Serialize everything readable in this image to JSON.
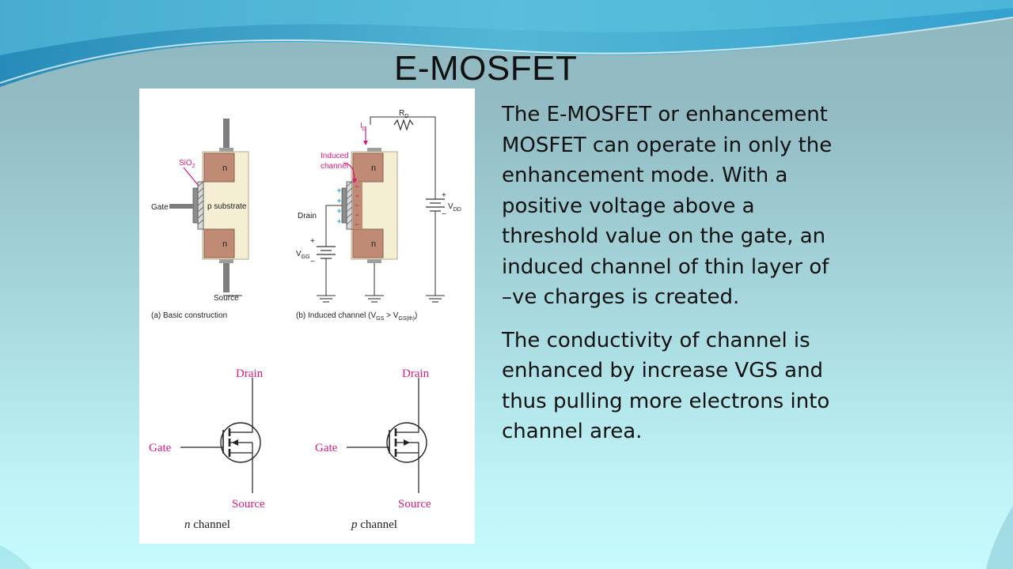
{
  "slide": {
    "title": "E-MOSFET",
    "paragraphs": [
      "The E-MOSFET or enhancement MOSFET can operate in only the enhancement mode. With a positive voltage above a threshold value on the gate, an induced channel of thin layer of –ve charges is created.",
      "The conductivity of channel is enhanced by increase VGS and thus pulling more electrons into channel area."
    ]
  },
  "figure": {
    "construction": {
      "sio2_label": "SiO",
      "sio2_sub": "2",
      "gate_label": "Gate",
      "substrate_label": "p substrate",
      "n_label": "n",
      "source_label": "Source",
      "caption": "(a) Basic construction"
    },
    "induced": {
      "rd_label": "R",
      "rd_sub": "D",
      "id_label": "I",
      "id_sub": "D",
      "induced_label_1": "Induced",
      "induced_label_2": "channel",
      "drain_label": "Drain",
      "vgg_label": "V",
      "vgg_sub": "GG",
      "vdd_label": "V",
      "vdd_sub": "DD",
      "plus": "+",
      "minus": "−",
      "n_label": "n",
      "caption_prefix": "(b) Induced channel (V",
      "caption_sub1": "GS",
      "caption_mid": " > V",
      "caption_sub2": "GS(th)",
      "caption_suffix": ")"
    },
    "symbols": {
      "drain_label": "Drain",
      "gate_label": "Gate",
      "source_label": "Source",
      "n_caption_letter": "n",
      "p_caption_letter": "p",
      "caption_word": " channel"
    }
  },
  "colors": {
    "substrate": "#f4eed2",
    "n_region": "#c08b74",
    "accent_pink": "#e0187a",
    "plus_blue": "#1aa7d6",
    "wave_blue": "#1f8fc4"
  }
}
